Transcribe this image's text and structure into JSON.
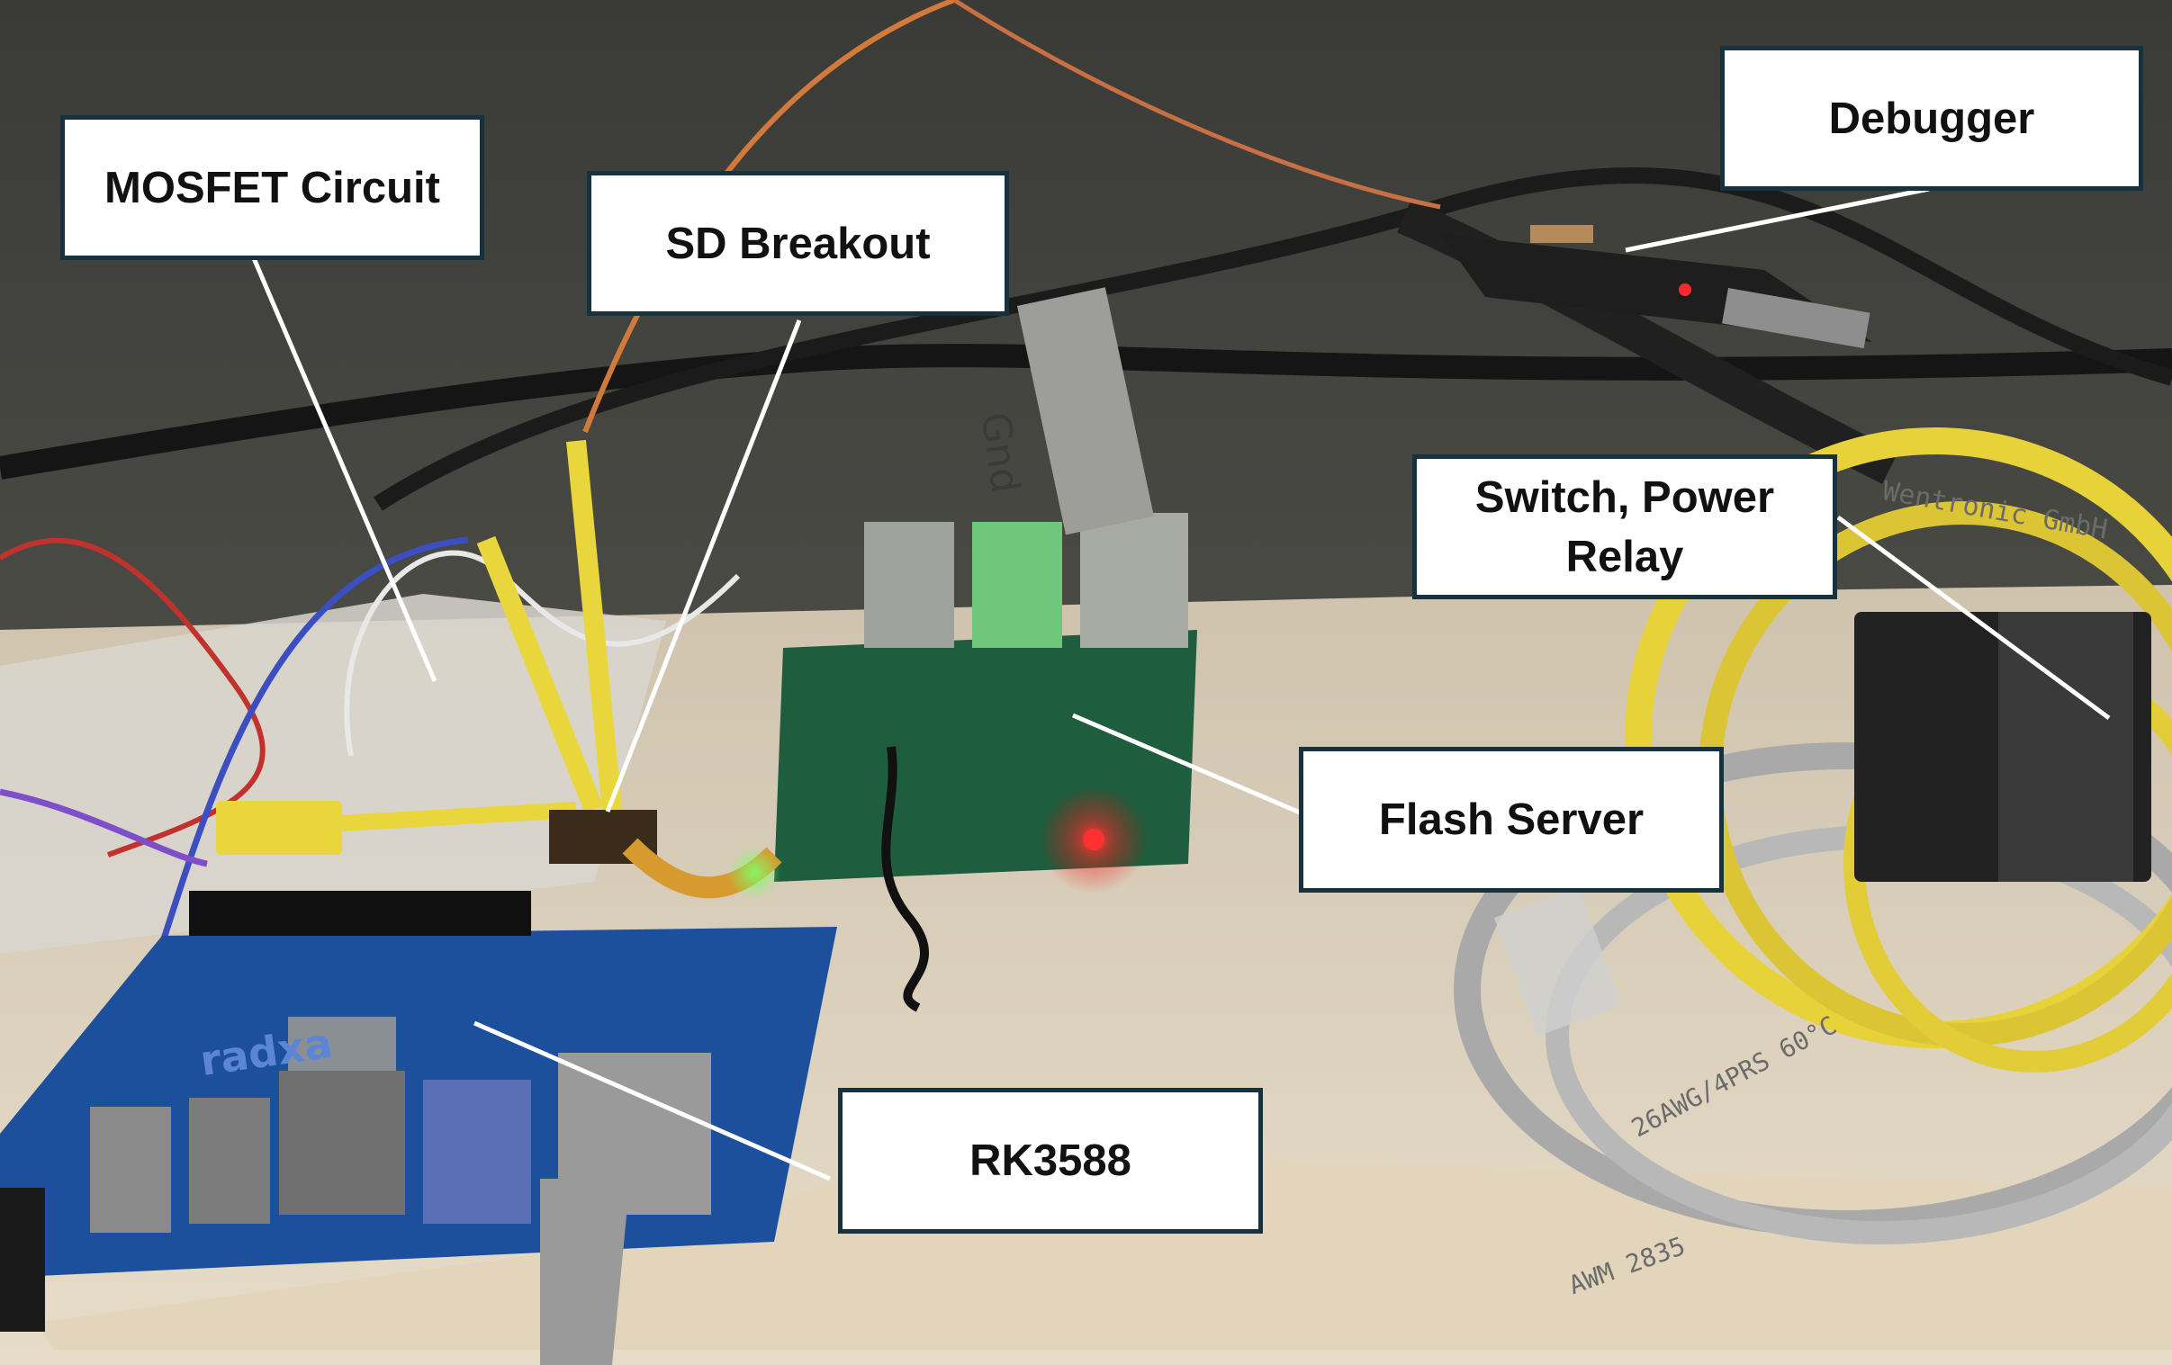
{
  "labels": {
    "mosfet": "MOSFET Circuit",
    "sd_breakout": "SD Breakout",
    "debugger": "Debugger",
    "switch_relay": "Switch, Power Relay",
    "flash_server": "Flash Server",
    "rk3588": "RK3588"
  },
  "handwritten_tape": {
    "gnd": "Gnd"
  },
  "board_silkscreen": {
    "radxa_logo": "radxa"
  },
  "cable_printing": {
    "cable_1": "Wentronic GmbH",
    "cable_2": "26AWG/4PRS 60°C",
    "cable_3": "AWM 2835"
  },
  "colors": {
    "label_border": "#17323f",
    "label_bg": "#ffffff",
    "leader_line": "#ffffff",
    "board_blue": "#1c4f9c",
    "pi_green": "#1e6b46",
    "cable_yellow": "#e8d23a",
    "cable_grey": "#a9a9a9"
  }
}
